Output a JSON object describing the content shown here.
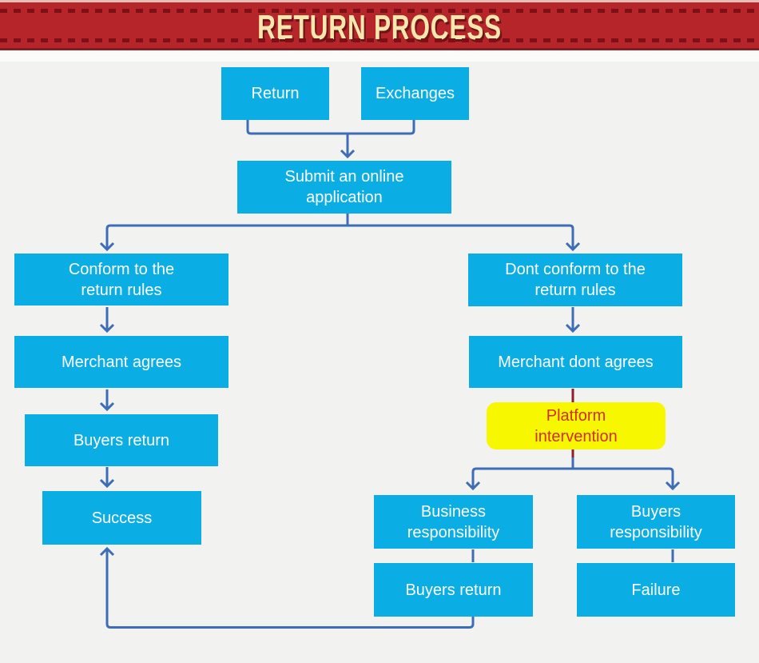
{
  "banner": {
    "title": "RETURN PROCESS"
  },
  "colors": {
    "ribbon": "#b5252a",
    "ribbon-stitch": "#7b1116",
    "title-text": "#f5e7ad",
    "node": "#0aade4",
    "node-text": "#ffffff",
    "connector": "#3c6db6",
    "connector-accent": "#8f1f28",
    "highlight-node": "#f7f800",
    "highlight-text": "#d42c28",
    "background": "#f2f2f0"
  },
  "nodes": {
    "return": {
      "label": "Return"
    },
    "exchanges": {
      "label": "Exchanges"
    },
    "submit": {
      "label": "Submit an online\napplication"
    },
    "conform": {
      "label": "Conform to the\nreturn rules"
    },
    "dont_conform": {
      "label": "Dont conform to the\nreturn rules"
    },
    "merchant_agrees": {
      "label": "Merchant agrees"
    },
    "merchant_dont_agrees": {
      "label": "Merchant dont agrees"
    },
    "buyers_return_left": {
      "label": "Buyers return"
    },
    "success": {
      "label": "Success"
    },
    "platform_intervention": {
      "label": "Platform\nintervention"
    },
    "business_responsibility": {
      "label": "Business\nresponsibility"
    },
    "buyers_responsibility": {
      "label": "Buyers\nresponsibility"
    },
    "buyers_return_bottom": {
      "label": "Buyers return"
    },
    "failure": {
      "label": "Failure"
    }
  }
}
